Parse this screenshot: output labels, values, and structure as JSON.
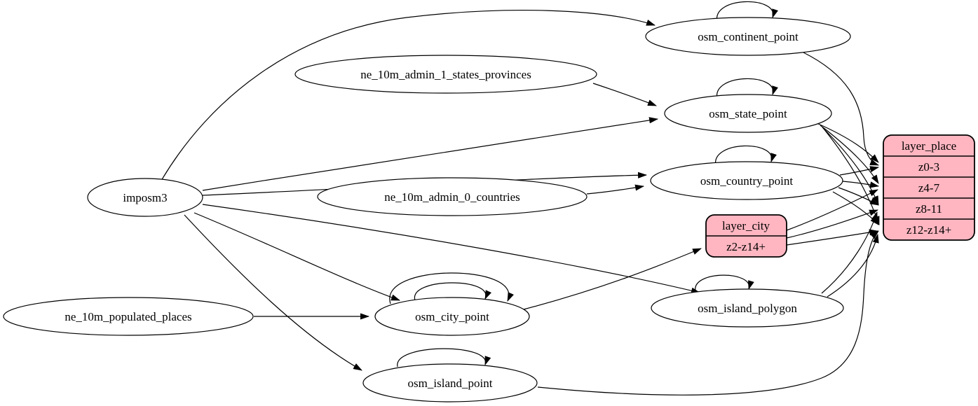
{
  "colors": {
    "record_fill": "#ffb6c1",
    "node_fill": "#ffffff",
    "edge_stroke": "#000000",
    "background": "#ffffff"
  },
  "nodes": {
    "imposm3": "imposm3",
    "ne_10m_admin_1_states_provinces": "ne_10m_admin_1_states_provinces",
    "ne_10m_admin_0_countries": "ne_10m_admin_0_countries",
    "ne_10m_populated_places": "ne_10m_populated_places",
    "osm_continent_point": "osm_continent_point",
    "osm_state_point": "osm_state_point",
    "osm_country_point": "osm_country_point",
    "osm_city_point": "osm_city_point",
    "osm_island_polygon": "osm_island_polygon",
    "osm_island_point": "osm_island_point"
  },
  "records": {
    "layer_city": {
      "title": "layer_city",
      "rows": [
        "z2-z14+"
      ]
    },
    "layer_place": {
      "title": "layer_place",
      "rows": [
        "z0-3",
        "z4-7",
        "z8-11",
        "z12-z14+"
      ]
    }
  },
  "edges": [
    {
      "from": "imposm3",
      "to": "osm_continent_point"
    },
    {
      "from": "imposm3",
      "to": "osm_state_point"
    },
    {
      "from": "imposm3",
      "to": "osm_country_point"
    },
    {
      "from": "imposm3",
      "to": "osm_city_point"
    },
    {
      "from": "imposm3",
      "to": "osm_island_polygon"
    },
    {
      "from": "imposm3",
      "to": "osm_island_point"
    },
    {
      "from": "ne_10m_admin_1_states_provinces",
      "to": "osm_state_point"
    },
    {
      "from": "ne_10m_admin_0_countries",
      "to": "osm_country_point"
    },
    {
      "from": "ne_10m_populated_places",
      "to": "osm_city_point"
    },
    {
      "from": "osm_continent_point",
      "to": "osm_continent_point"
    },
    {
      "from": "osm_state_point",
      "to": "osm_state_point"
    },
    {
      "from": "osm_country_point",
      "to": "osm_country_point"
    },
    {
      "from": "osm_city_point",
      "to": "osm_city_point"
    },
    {
      "from": "osm_city_point",
      "to": "osm_city_point"
    },
    {
      "from": "osm_island_polygon",
      "to": "osm_island_polygon"
    },
    {
      "from": "osm_island_point",
      "to": "osm_island_point"
    },
    {
      "from": "osm_city_point",
      "to": "layer_city:z2-z14+"
    },
    {
      "from": "osm_continent_point",
      "to": "layer_place:z0-3"
    },
    {
      "from": "osm_state_point",
      "to": "layer_place:z0-3"
    },
    {
      "from": "osm_state_point",
      "to": "layer_place:z4-7"
    },
    {
      "from": "osm_state_point",
      "to": "layer_place:z8-11"
    },
    {
      "from": "osm_state_point",
      "to": "layer_place:z12-z14+"
    },
    {
      "from": "osm_country_point",
      "to": "layer_place:z0-3"
    },
    {
      "from": "osm_country_point",
      "to": "layer_place:z4-7"
    },
    {
      "from": "osm_country_point",
      "to": "layer_place:z8-11"
    },
    {
      "from": "osm_country_point",
      "to": "layer_place:z12-z14+"
    },
    {
      "from": "layer_city",
      "to": "layer_place:z4-7"
    },
    {
      "from": "layer_city",
      "to": "layer_place:z8-11"
    },
    {
      "from": "layer_city",
      "to": "layer_place:z12-z14+"
    },
    {
      "from": "osm_island_polygon",
      "to": "layer_place:z8-11"
    },
    {
      "from": "osm_island_polygon",
      "to": "layer_place:z12-z14+"
    },
    {
      "from": "osm_island_point",
      "to": "layer_place:z12-z14+"
    }
  ]
}
